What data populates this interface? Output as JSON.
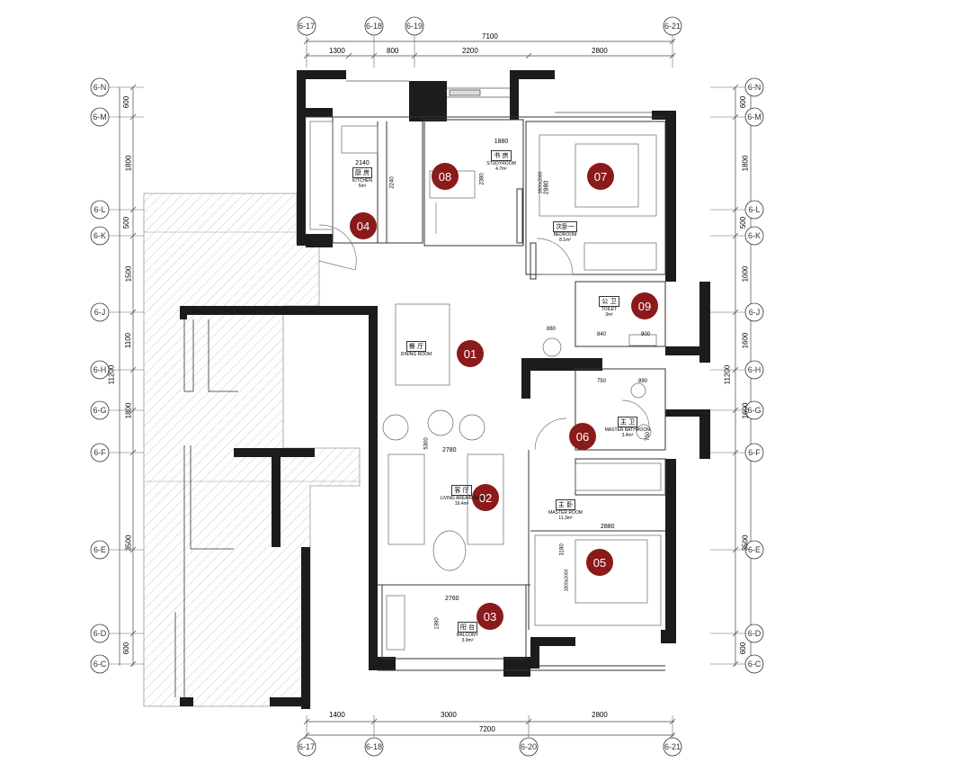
{
  "axes": {
    "top": [
      "6-17",
      "6-18",
      "6-19",
      "6-21"
    ],
    "bottom": [
      "6-17",
      "6-18",
      "6-20",
      "6-21"
    ],
    "left": [
      "6-N",
      "6-M",
      "6-L",
      "6-K",
      "6-J",
      "6-H",
      "6-G",
      "6-F",
      "6-E",
      "6-D",
      "6-C"
    ],
    "right": [
      "6-N",
      "6-M",
      "6-L",
      "6-K",
      "6-J",
      "6-H",
      "6-G",
      "6-F",
      "6-E",
      "6-D",
      "6-C"
    ]
  },
  "dimensions": {
    "top_segments": [
      "1300",
      "800",
      "2200",
      "2800"
    ],
    "top_total": "7100",
    "bottom_segments": [
      "1400",
      "3000",
      "2800"
    ],
    "bottom_total": "7200",
    "left_segments": [
      "600",
      "1800",
      "500",
      "1500",
      "1100",
      "1800",
      "3500",
      "600"
    ],
    "left_total": "11200",
    "right_segments": [
      "600",
      "1800",
      "500",
      "1000",
      "1600",
      "1600",
      "3500",
      "600"
    ],
    "right_total": "11200"
  },
  "rooms": [
    {
      "cn": "厨 房",
      "en": "KITCHEN",
      "area": "5m²",
      "dim": "2140"
    },
    {
      "cn": "书 房",
      "en": "STUDYROOM",
      "area": "4.7m²",
      "dim": "1880"
    },
    {
      "cn": "次卧一",
      "en": "BEDROOM",
      "area": "8.1m²",
      "dim": "2980"
    },
    {
      "cn": "公 卫",
      "en": "TOILET",
      "area": "3m²"
    },
    {
      "cn": "餐 厅",
      "en": "DINING ROOM"
    },
    {
      "cn": "主 卫",
      "en": "MASTER BATHROOM",
      "area": "3.4m²"
    },
    {
      "cn": "客 厅",
      "en": "LIVING AREA/ROOM",
      "area": "19.4m²",
      "dim": "2780"
    },
    {
      "cn": "主 卧",
      "en": "MASTER ROOM",
      "area": "11.3m²",
      "dim": "2880"
    },
    {
      "cn": "阳 台",
      "en": "BALCONY",
      "area": "3.9m²",
      "dim": "2760"
    }
  ],
  "markers": [
    "01",
    "02",
    "03",
    "04",
    "05",
    "06",
    "07",
    "08",
    "09"
  ],
  "inner_dims": {
    "kitchen_h": "2240",
    "study_h": "2380",
    "living_h": "5300",
    "master_h": "3180",
    "balcony_h": "1390",
    "toilet_w": "880",
    "toilet_w2": "840",
    "toilet_w3": "900",
    "bath_w": "750",
    "bath_w2": "890",
    "bath_h": "750",
    "bed_label": "1800x2000"
  },
  "colors": {
    "wall": "#1c1c1c",
    "marker": "#8b1a1a",
    "hatch": "#999999",
    "line": "#555555"
  }
}
